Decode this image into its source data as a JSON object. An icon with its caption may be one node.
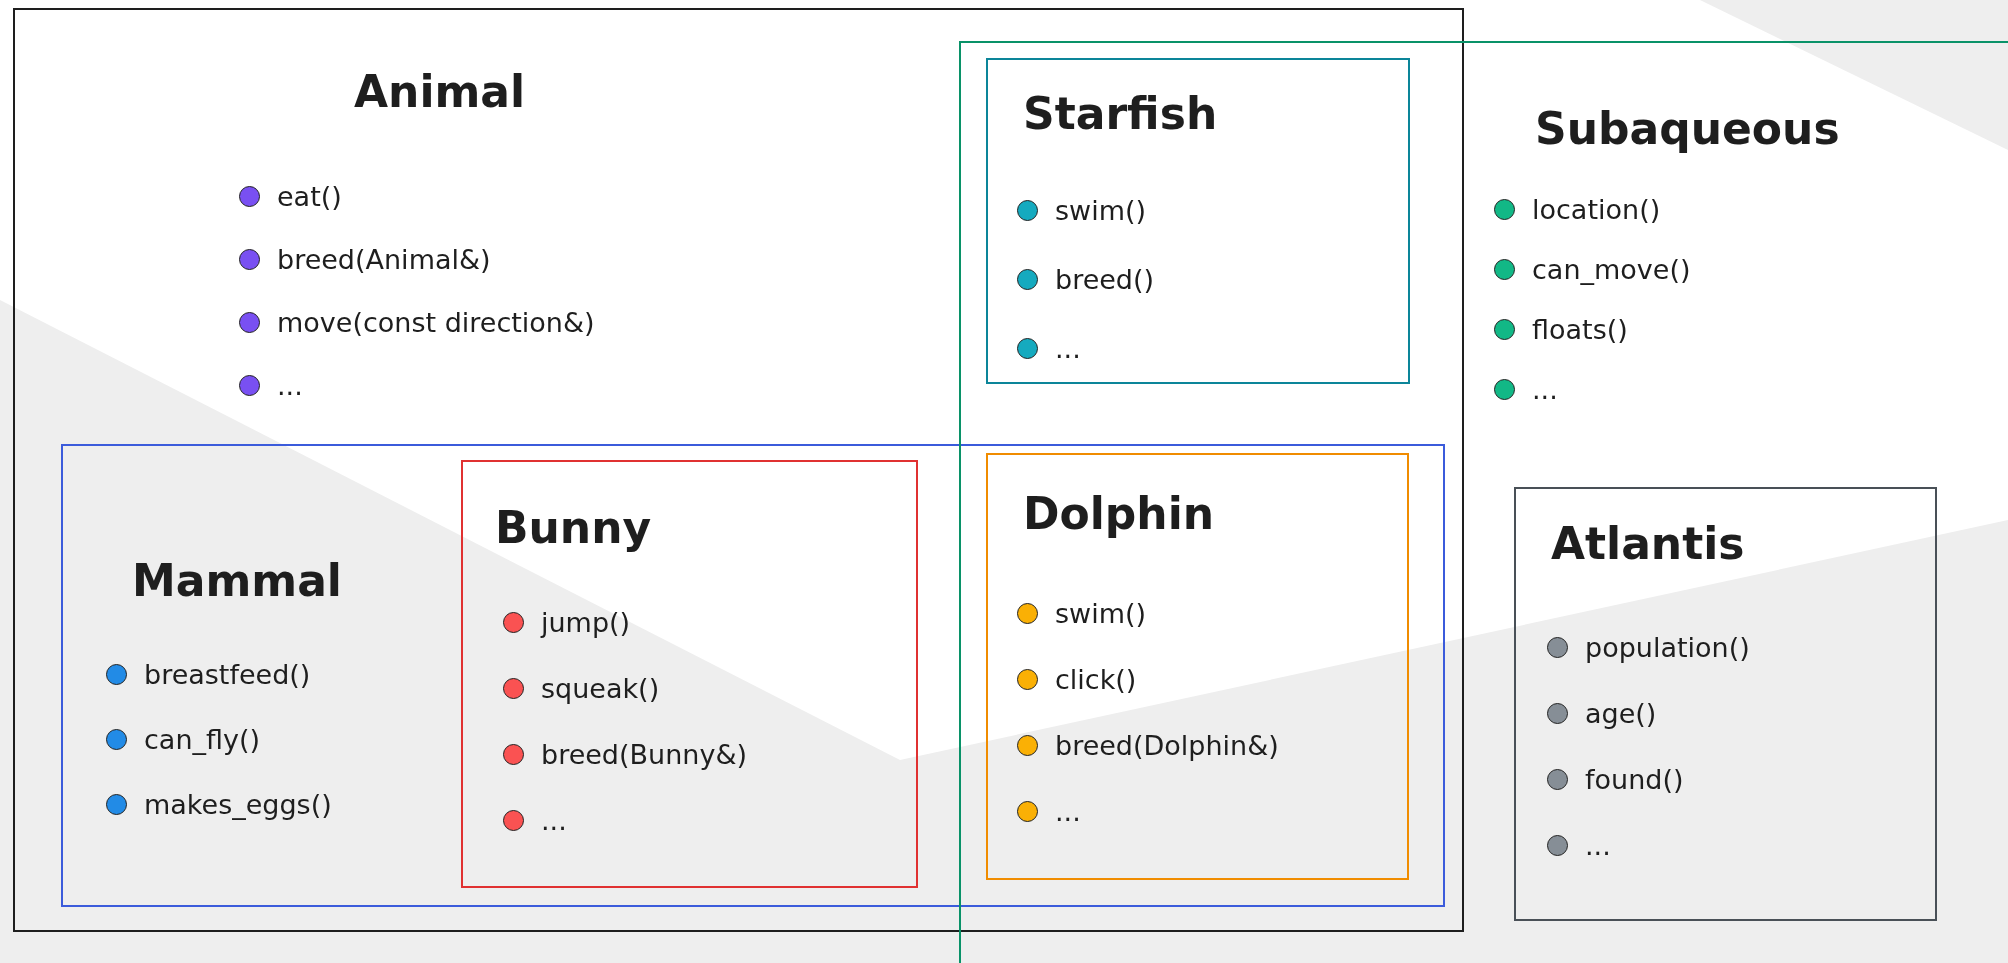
{
  "diagram": {
    "nodes": [
      {
        "text": [
          "Animal",
          "eat()",
          "breed(Animal&)",
          "move(const direction&)",
          "..."
        ]
      },
      {
        "text": [
          "Subaqueous",
          "location()",
          "can_move()",
          "floats()",
          "..."
        ]
      },
      {
        "text": [
          "Starfish",
          "swim()",
          "breed()",
          "..."
        ]
      },
      {
        "text": [
          "Mammal",
          "breastfeed()",
          "can_fly()",
          "makes_eggs()"
        ],
        "in": 0
      },
      {
        "text": [
          "Bunny",
          "jump()",
          "squeak()",
          "breed(Bunny&)",
          "..."
        ],
        "in": 3
      },
      {
        "text": [
          "Dolphin",
          "swim()",
          "click()",
          "breed(Dolphin&)",
          "..."
        ]
      },
      {
        "text": [
          "Atlantis",
          "population()",
          "age()",
          "found()",
          "..."
        ],
        "in": 1
      }
    ],
    "edges": []
  }
}
